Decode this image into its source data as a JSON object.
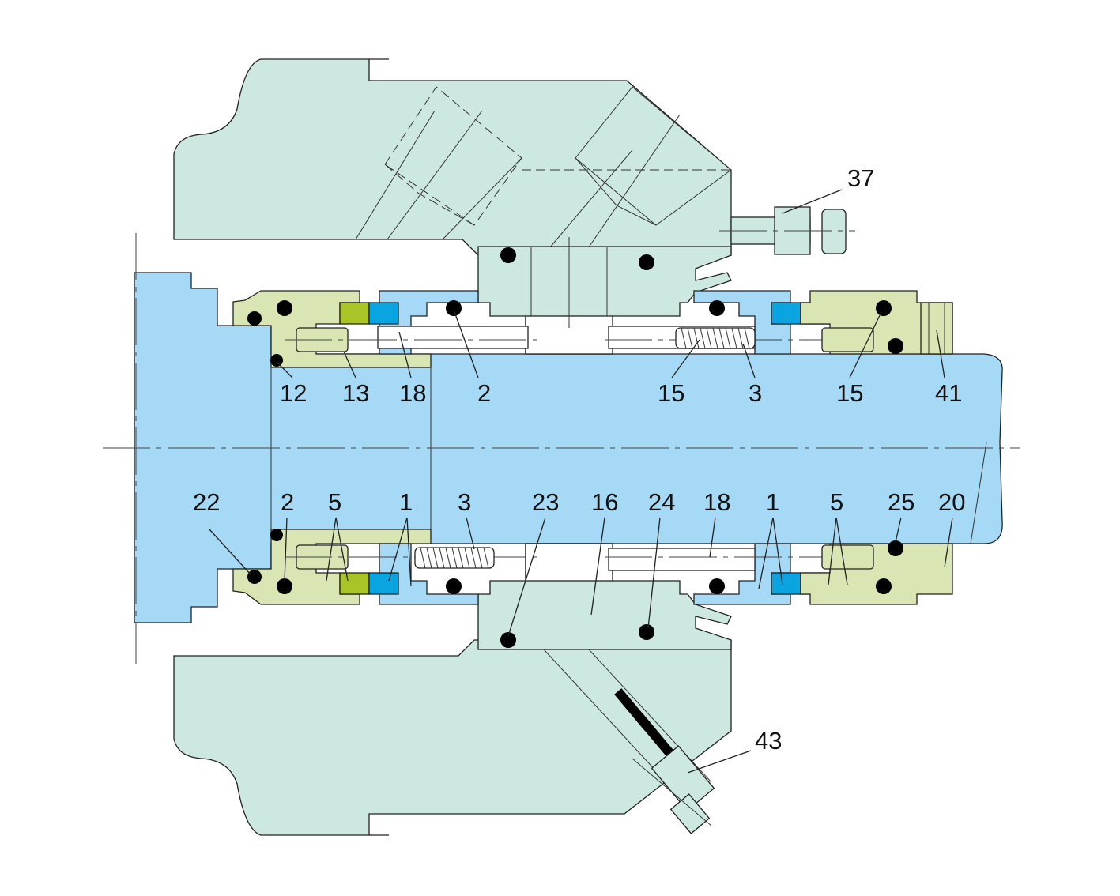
{
  "colors": {
    "housing": "#cde7e1",
    "shaft": "#a6d9f5",
    "sleeve_parts": "#a6d9f5",
    "gland_rings": "#d9e6b4",
    "seat_blue": "#0aa4e0",
    "face_green": "#a9c427",
    "oring": "#000000"
  },
  "callouts": {
    "c37": "37",
    "c12": "12",
    "c13": "13",
    "c18a": "18",
    "c2a": "2",
    "c15a": "15",
    "c3a": "3",
    "c15b": "15",
    "c41": "41",
    "c22": "22",
    "c2b": "2",
    "c5a": "5",
    "c1a": "1",
    "c3b": "3",
    "c23": "23",
    "c16": "16",
    "c24": "24",
    "c18b": "18",
    "c1b": "1",
    "c5b": "5",
    "c25": "25",
    "c20": "20",
    "c43": "43"
  }
}
